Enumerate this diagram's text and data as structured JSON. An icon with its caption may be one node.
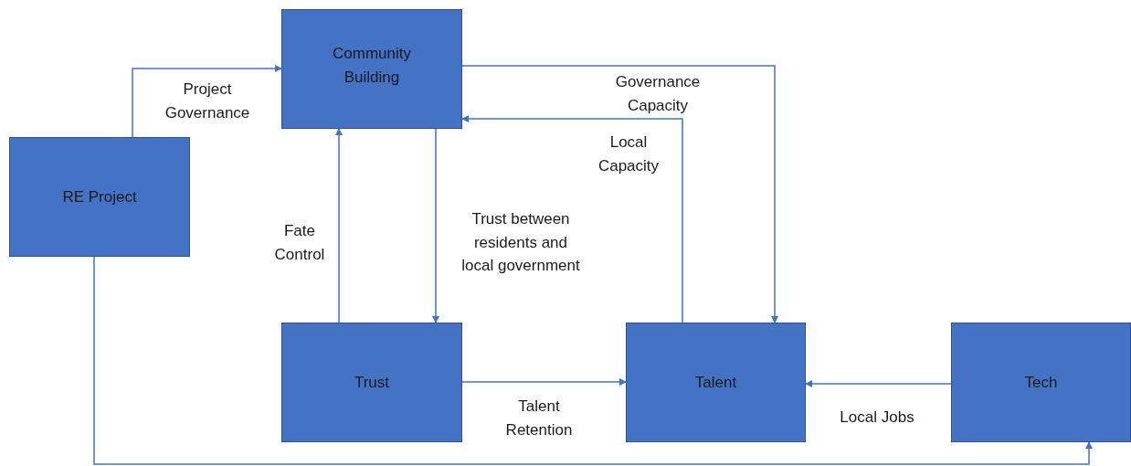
{
  "diagram": {
    "nodes": [
      {
        "text": [
          "Community Building"
        ]
      },
      {
        "text": [
          "RE Project"
        ]
      },
      {
        "text": [
          "Trust"
        ]
      },
      {
        "text": [
          "Talent"
        ]
      },
      {
        "text": [
          "Tech"
        ]
      }
    ],
    "edges": [
      {
        "from": 1,
        "to": 0,
        "arrow": "to",
        "label": "Project Governance"
      },
      {
        "from": 0,
        "to": 3,
        "arrow": "to",
        "label": "Governance Capacity"
      },
      {
        "from": 3,
        "to": 0,
        "arrow": "to",
        "label": "Local Capacity"
      },
      {
        "from": 2,
        "to": 0,
        "arrow": "to",
        "label": "Fate Control"
      },
      {
        "from": 0,
        "to": 2,
        "arrow": "to",
        "label": "Trust between residents and local government"
      },
      {
        "from": 2,
        "to": 3,
        "arrow": "to",
        "label": "Talent Retention"
      },
      {
        "from": 4,
        "to": 3,
        "arrow": "to",
        "label": "Local Jobs"
      },
      {
        "from": 1,
        "to": 4,
        "arrow": "to"
      }
    ]
  }
}
